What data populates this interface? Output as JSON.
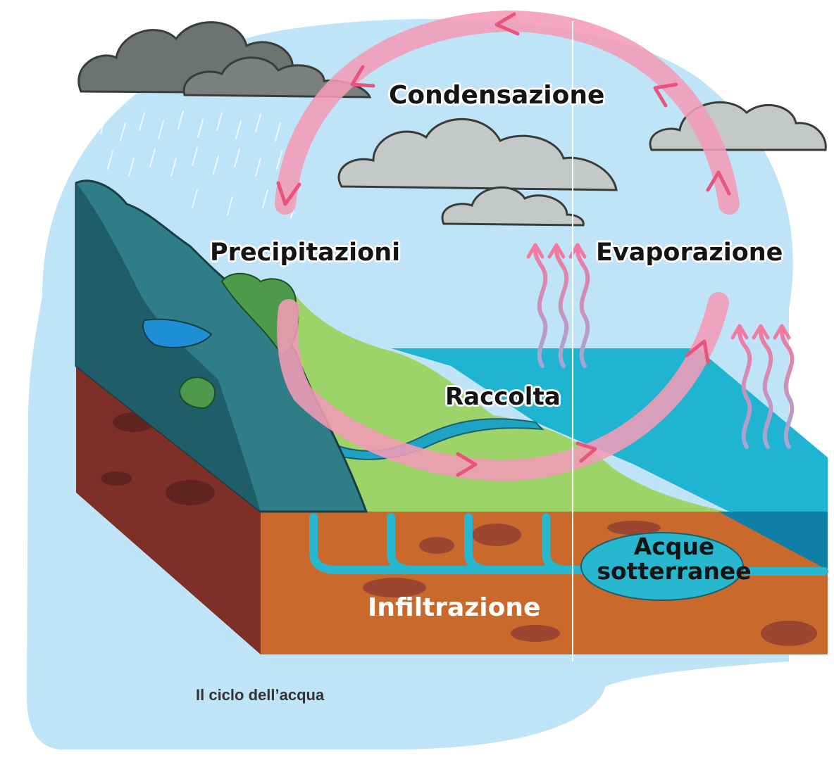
{
  "labels": {
    "condensazione": "Condensazione",
    "precipitazioni": "Precipitazioni",
    "evaporazione": "Evaporazione",
    "raccolta": "Raccolta",
    "acque_line1": "Acque",
    "acque_line2": "sotterranee",
    "infiltrazione": "Infiltrazione"
  },
  "caption": "Il ciclo dell’acqua",
  "colors": {
    "sky": "#bfe4f8",
    "cycle_arrow": "#f39bb6",
    "soil": "#c96a2c",
    "soil_dark": "#7e2f27",
    "rock": "#2f7d86",
    "grass": "#9dd46a",
    "water": "#1fb4d2",
    "groundwater": "#27b7cf",
    "cloud_dark": "#6f7272",
    "cloud_light": "#c4c8c6"
  }
}
